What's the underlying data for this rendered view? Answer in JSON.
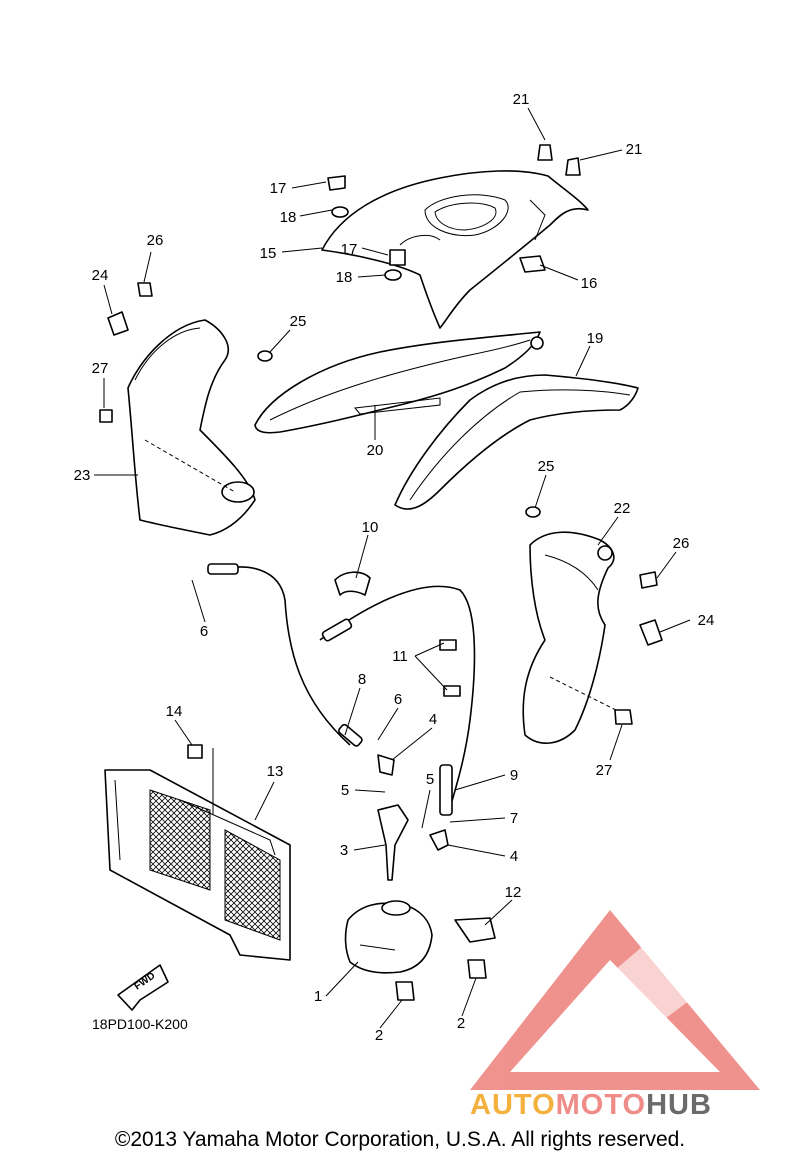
{
  "diagram_code": "18PD100-K200",
  "direction_label": "FWD",
  "watermark": {
    "part1": "AUTO",
    "part2": "MOTO",
    "part3": "HUB",
    "color_orange": "#f5b13d",
    "color_red": "#ef8c87",
    "color_gray": "#6b6b6b"
  },
  "copyright": "©2013 Yamaha Motor Corporation, U.S.A. All rights reserved.",
  "callouts": [
    "21",
    "21",
    "17",
    "18",
    "15",
    "17",
    "18",
    "16",
    "26",
    "24",
    "25",
    "27",
    "23",
    "19",
    "20",
    "25",
    "22",
    "26",
    "24",
    "27",
    "10",
    "6",
    "11",
    "8",
    "6",
    "4",
    "5",
    "3",
    "5",
    "9",
    "7",
    "4",
    "14",
    "13",
    "12",
    "1",
    "2",
    "2"
  ]
}
